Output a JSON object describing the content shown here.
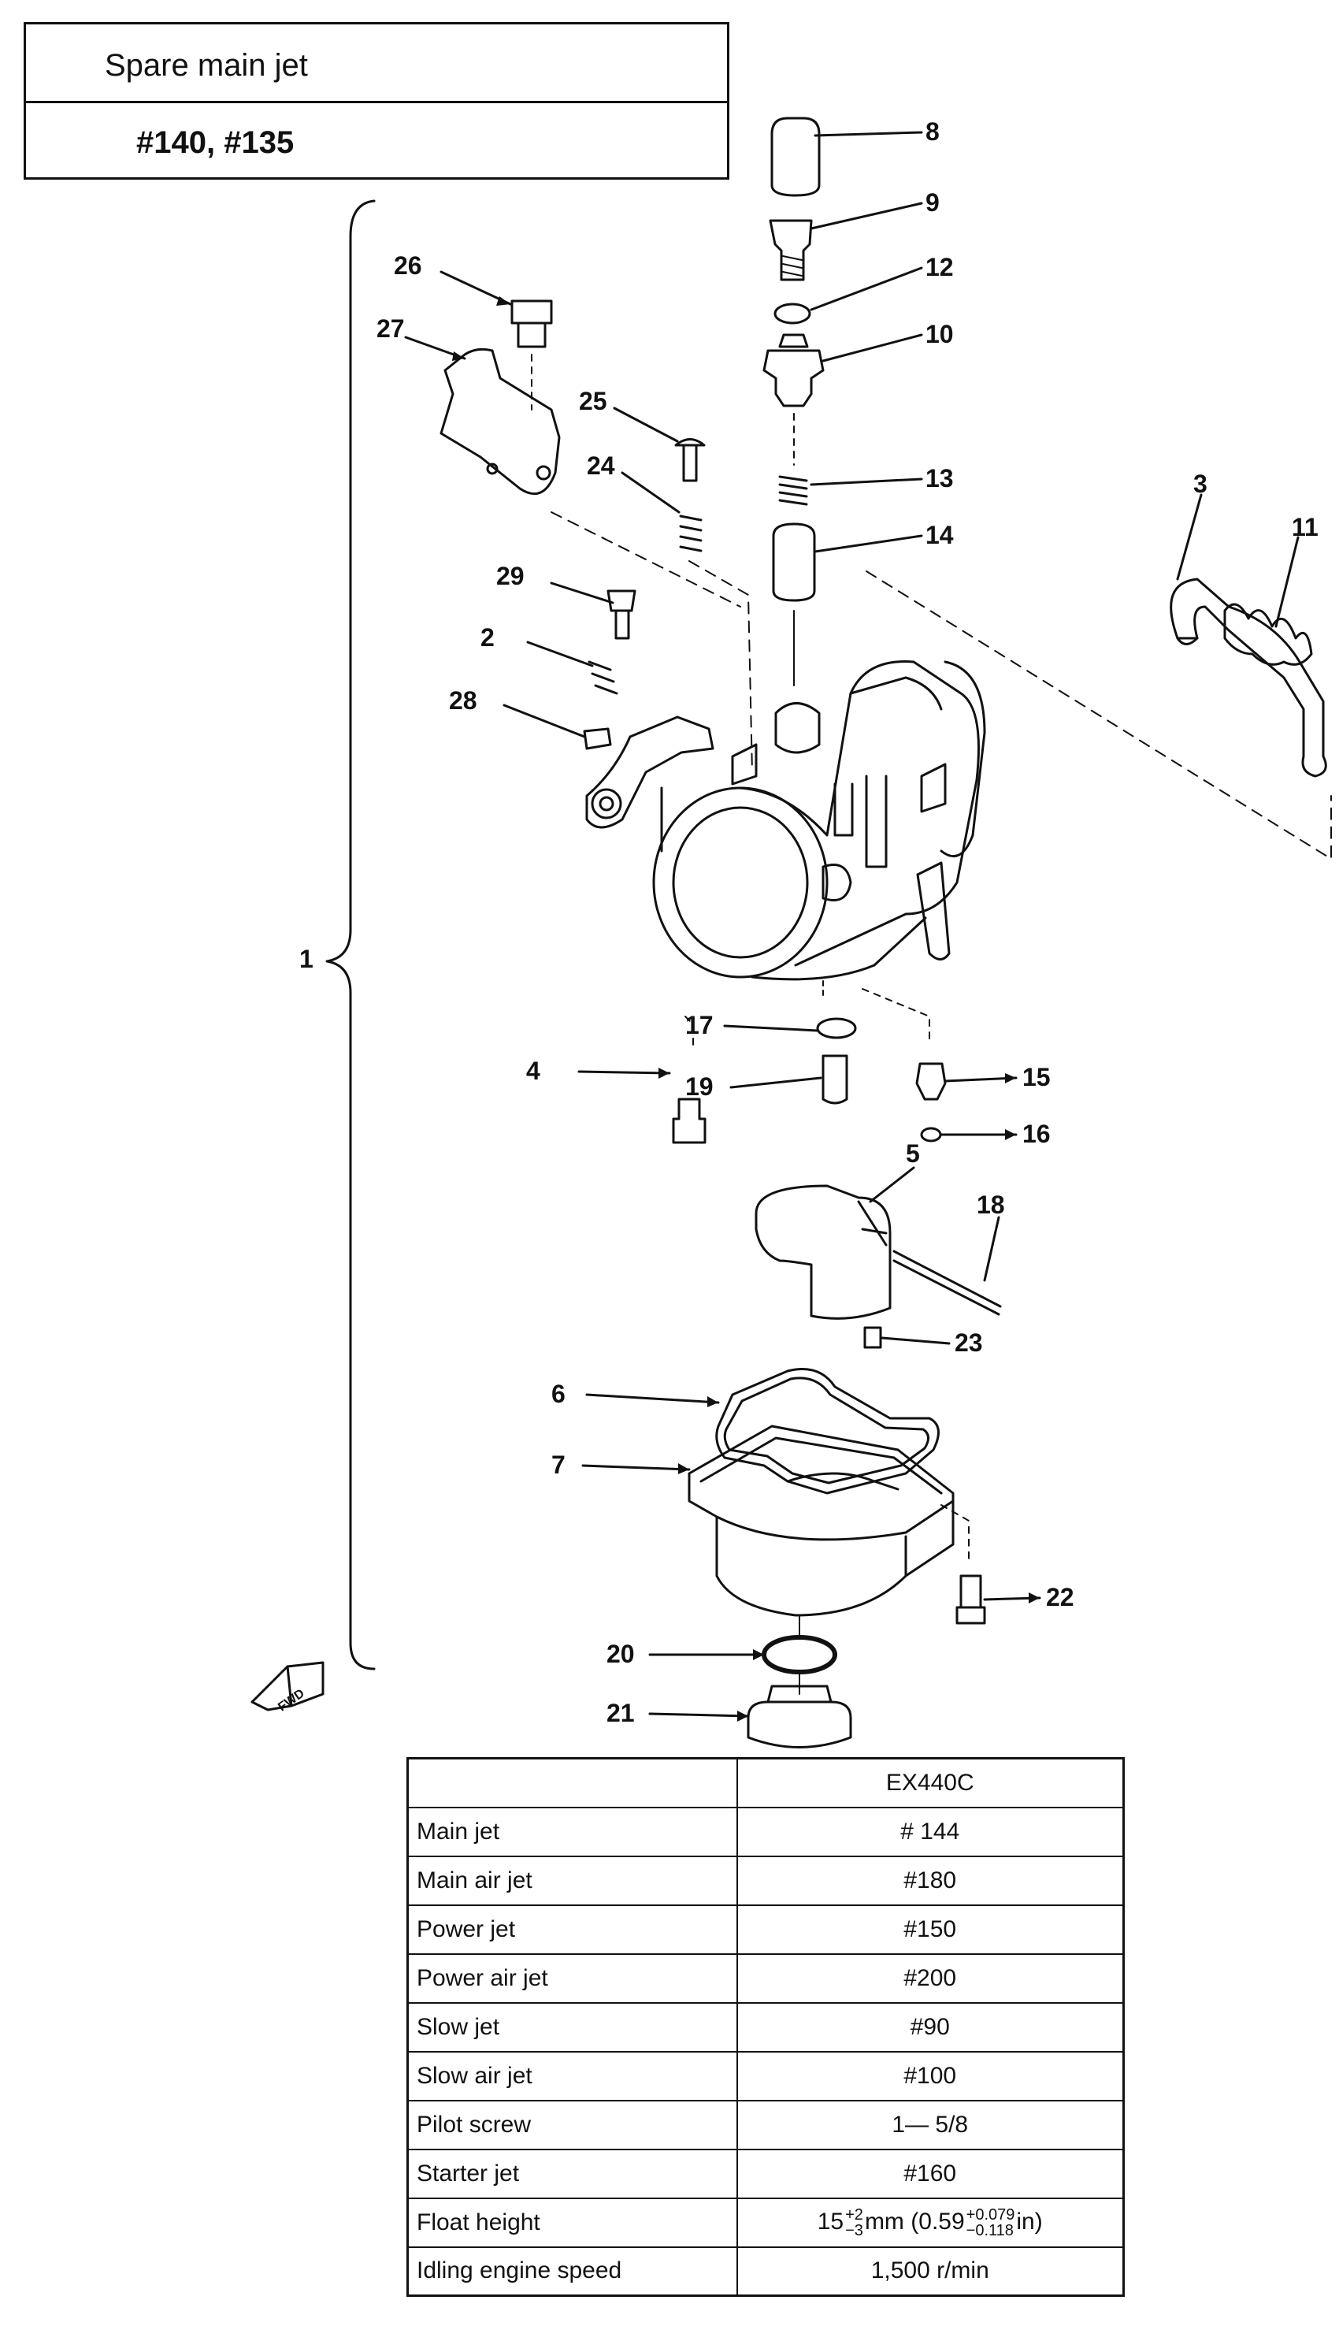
{
  "spare": {
    "title": "Spare main jet",
    "values": "#140, #135"
  },
  "callouts": {
    "c1": "1",
    "c2": "2",
    "c3": "3",
    "c4": "4",
    "c5": "5",
    "c6": "6",
    "c7": "7",
    "c8": "8",
    "c9": "9",
    "c10": "10",
    "c11": "11",
    "c12": "12",
    "c13": "13",
    "c14": "14",
    "c15": "15",
    "c16": "16",
    "c17": "17",
    "c18": "18",
    "c19": "19",
    "c20": "20",
    "c21": "21",
    "c22": "22",
    "c23": "23",
    "c24": "24",
    "c25": "25",
    "c26": "26",
    "c27": "27",
    "c28": "28",
    "c29": "29"
  },
  "fwd_label": "FWD",
  "spec_table": {
    "model": "EX440C",
    "rows": [
      {
        "item": "Main jet",
        "value": "# 144"
      },
      {
        "item": "Main air jet",
        "value": "#180"
      },
      {
        "item": "Power jet",
        "value": "#150"
      },
      {
        "item": "Power air jet",
        "value": "#200"
      },
      {
        "item": "Slow jet",
        "value": "#90"
      },
      {
        "item": "Slow air jet",
        "value": "#100"
      },
      {
        "item": "Pilot screw",
        "value": "1— 5/8"
      },
      {
        "item": "Starter jet",
        "value": "#160"
      },
      {
        "item": "Float height",
        "value": ""
      },
      {
        "item": "Idling engine speed",
        "value": "1,500 r/min"
      }
    ],
    "float_height": {
      "mm_value": "15",
      "mm_plus": "+2",
      "mm_minus": "−3",
      "mm_unit": "mm",
      "in_open": "(0.59",
      "in_plus": "+0.079",
      "in_minus": "−0.118",
      "in_unit": "in)"
    }
  }
}
